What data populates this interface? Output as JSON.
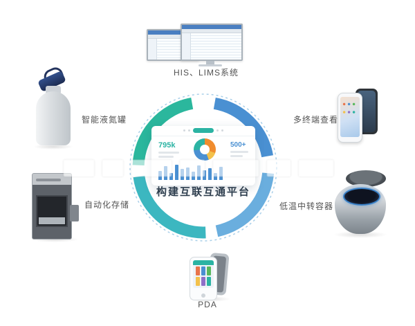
{
  "center": {
    "title": "构建互联互通平台",
    "dashed_ring_color": "#a9cfe9",
    "ring_segment_colors": [
      "#4a90d2",
      "#6aaede",
      "#3cb7c0",
      "#2bb79d"
    ],
    "dashboard": {
      "stat_left": "795k",
      "stat_right": "500+",
      "accent_teal": "#2bb3a3",
      "accent_blue": "#4a90d2",
      "donut_colors": [
        "#f08c2e",
        "#f3c14b",
        "#4a90d2",
        "#2bb3a3"
      ],
      "bar_color": "#4a90d2",
      "bar_values": [
        50,
        75,
        40,
        85,
        60,
        70,
        45,
        80,
        55,
        65,
        38,
        72
      ]
    }
  },
  "nodes": {
    "his_lims": {
      "label": "HIS、LIMS系统"
    },
    "multi_terminal": {
      "label": "多终端查看"
    },
    "cryo_transfer": {
      "label": "低温中转容器"
    },
    "pda": {
      "label": "PDA"
    },
    "nitrogen_tank": {
      "label": "智能液氮罐"
    },
    "auto_storage": {
      "label": "自动化存储"
    }
  }
}
